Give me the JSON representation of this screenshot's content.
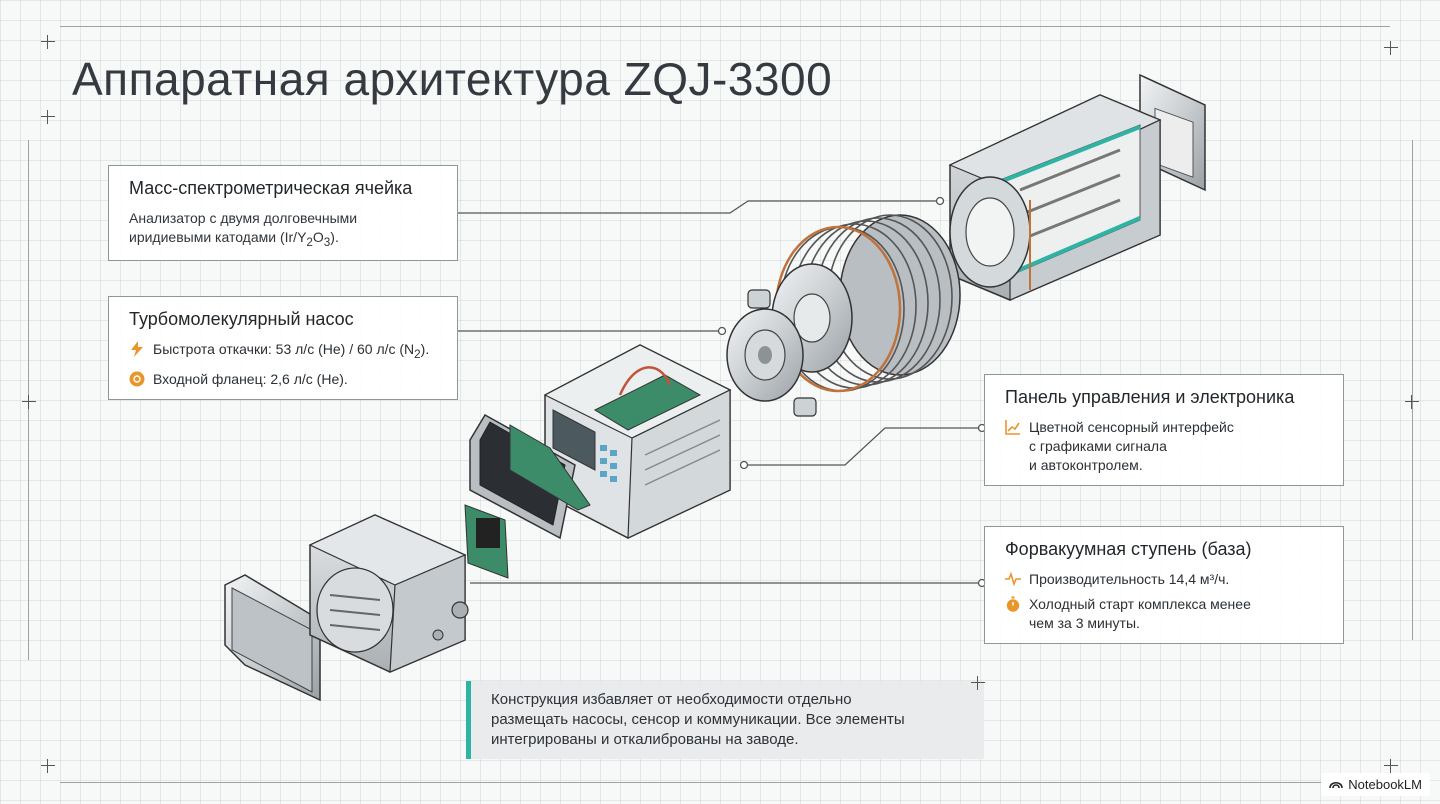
{
  "title": "Аппаратная архитектура ZQJ-3300",
  "cards": {
    "mass_spec": {
      "title": "Масс-спектрометрическая ячейка",
      "desc_line1": "Анализатор с двумя долговечными",
      "desc_line2_pre": "иридиевыми катодами (Ir/Y",
      "sub_2": "2",
      "o": "O",
      "sub_3": "3",
      "desc_line2_post": ")."
    },
    "turbo": {
      "title": "Турбомолекулярный насос",
      "speed_pre": "Быстрота откачки: 53 л/с (He) / 60 л/с (N",
      "speed_sub": "2",
      "speed_post": ").",
      "flange": "Входной фланец: 2,6 л/с (He).",
      "icon_speed": "lightning-icon",
      "icon_flange": "flange-badge-icon"
    },
    "panel": {
      "title": "Панель управления и электроника",
      "line1": "Цветной сенсорный интерфейс",
      "line2": "с графиками сигнала",
      "line3": "и автоконтролем.",
      "icon": "chart-trend-icon"
    },
    "fore": {
      "title": "Форвакуумная ступень (база)",
      "throughput": "Производительность 14,4 м³/ч.",
      "cold_start_line1": "Холодный старт комплекса менее",
      "cold_start_line2": "чем за 3 минуты.",
      "icon_pulse": "pulse-icon",
      "icon_timer": "stopwatch-icon"
    }
  },
  "note": {
    "line1": "Конструкция избавляет от необходимости отдельно",
    "line2": "размещать насосы, сенсор и коммуникации. Все элементы",
    "line3": "интегрированы и откалиброваны на заводе."
  },
  "watermark": "NotebookLM",
  "colors": {
    "accent": "#2fb3a4",
    "orange": "#e8962a",
    "border": "#8f969b"
  }
}
